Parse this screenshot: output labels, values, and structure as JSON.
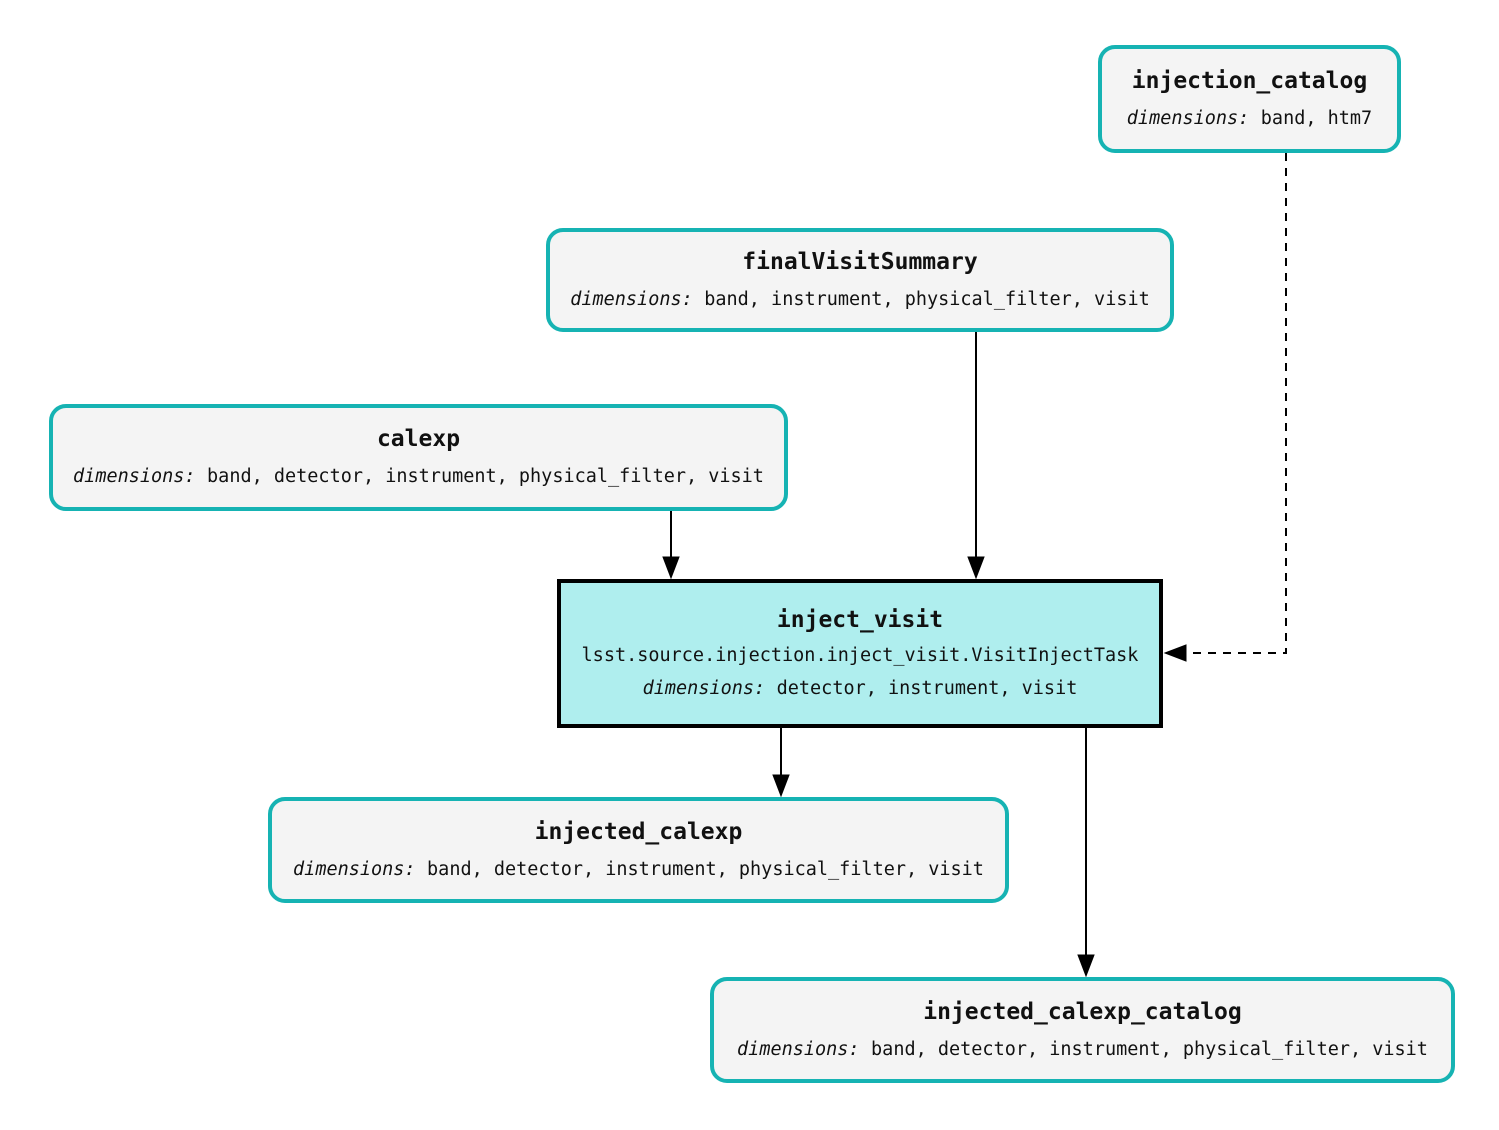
{
  "colors": {
    "dataset_border": "#16b3b3",
    "dataset_fill": "#f4f4f4",
    "task_border": "#000000",
    "task_fill": "#afeeee",
    "edge_color": "#000000"
  },
  "nodes": {
    "injection_catalog": {
      "title": "injection_catalog",
      "dimensions_label": "dimensions:",
      "dimensions": "band, htm7"
    },
    "finalVisitSummary": {
      "title": "finalVisitSummary",
      "dimensions_label": "dimensions:",
      "dimensions": "band, instrument, physical_filter, visit"
    },
    "calexp": {
      "title": "calexp",
      "dimensions_label": "dimensions:",
      "dimensions": "band, detector, instrument, physical_filter, visit"
    },
    "inject_visit": {
      "title": "inject_visit",
      "task_class": "lsst.source.injection.inject_visit.VisitInjectTask",
      "dimensions_label": "dimensions:",
      "dimensions": "detector, instrument, visit"
    },
    "injected_calexp": {
      "title": "injected_calexp",
      "dimensions_label": "dimensions:",
      "dimensions": "band, detector, instrument, physical_filter, visit"
    },
    "injected_calexp_catalog": {
      "title": "injected_calexp_catalog",
      "dimensions_label": "dimensions:",
      "dimensions": "band, detector, instrument, physical_filter, visit"
    }
  },
  "edges": [
    {
      "from": "calexp",
      "to": "inject_visit",
      "style": "solid"
    },
    {
      "from": "finalVisitSummary",
      "to": "inject_visit",
      "style": "solid"
    },
    {
      "from": "injection_catalog",
      "to": "inject_visit",
      "style": "dashed"
    },
    {
      "from": "inject_visit",
      "to": "injected_calexp",
      "style": "solid"
    },
    {
      "from": "inject_visit",
      "to": "injected_calexp_catalog",
      "style": "solid"
    }
  ]
}
